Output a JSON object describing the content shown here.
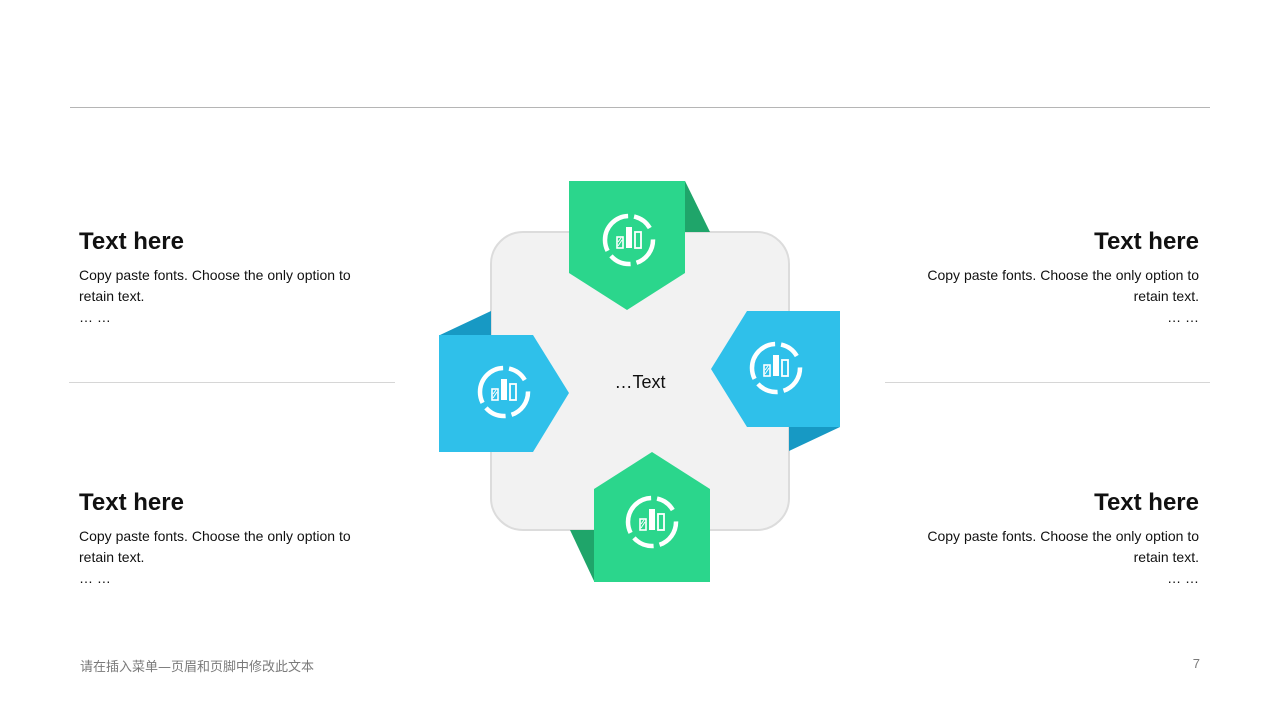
{
  "blocks": [
    {
      "title": "Text here",
      "body": "Copy paste fonts. Choose the only option to retain text.",
      "dots": "… …"
    },
    {
      "title": "Text here",
      "body": "Copy paste fonts. Choose the only option to retain text.",
      "dots": "… …"
    },
    {
      "title": "Text here",
      "body": "Copy paste fonts. Choose the only option to retain text.",
      "dots": "… …"
    },
    {
      "title": "Text here",
      "body": "Copy paste fonts. Choose the only option to retain text.",
      "dots": "… …"
    }
  ],
  "center": {
    "label": "…Text"
  },
  "footer": {
    "text": "请在插入菜单—页眉和页脚中修改此文本",
    "page": "7"
  },
  "colors": {
    "green": "#2bd68c",
    "green_dark": "#1fa56a",
    "blue": "#2fc0ea",
    "blue_dark": "#1799c4",
    "panel": "#f2f2f2",
    "panel_border": "#dcdcdc"
  },
  "icons": [
    "chart-ring-icon",
    "chart-ring-icon",
    "chart-ring-icon",
    "chart-ring-icon"
  ]
}
